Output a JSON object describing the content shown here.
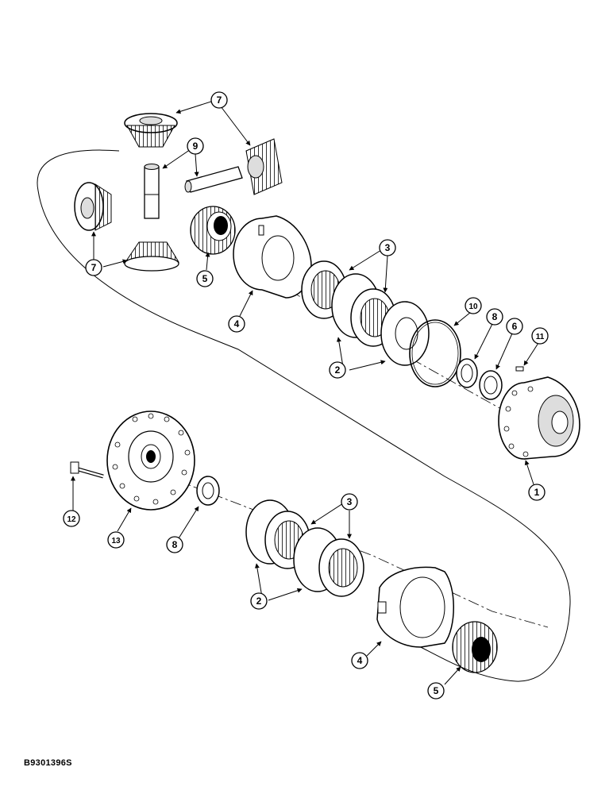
{
  "callouts": {
    "c1": "1",
    "c2a": "2",
    "c2b": "2",
    "c3a": "3",
    "c3b": "3",
    "c4a": "4",
    "c4b": "4",
    "c5a": "5",
    "c5b": "5",
    "c6": "6",
    "c7a": "7",
    "c7b": "7",
    "c8a": "8",
    "c8b": "8",
    "c9": "9",
    "c10": "10",
    "c11": "11",
    "c12": "12",
    "c13": "13"
  },
  "drawing_code": "B930139​6S"
}
